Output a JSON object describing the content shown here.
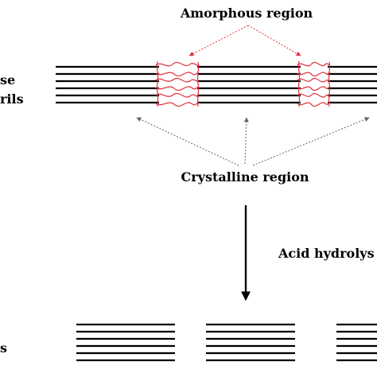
{
  "labels": {
    "amorphous_region": "Amorphous region",
    "crystalline_region": "Crystalline region",
    "acid_hydrolysis": "Acid hydrolys",
    "left_label_line1": "se",
    "left_label_line2": "rils",
    "left_label_bottom": "s"
  },
  "colors": {
    "fibril": "#000000",
    "amorphous": "#e0303a",
    "pointer_arrow_amorphous": "#e0303a",
    "pointer_arrow_crystalline": "#666666",
    "process_arrow": "#000000"
  }
}
